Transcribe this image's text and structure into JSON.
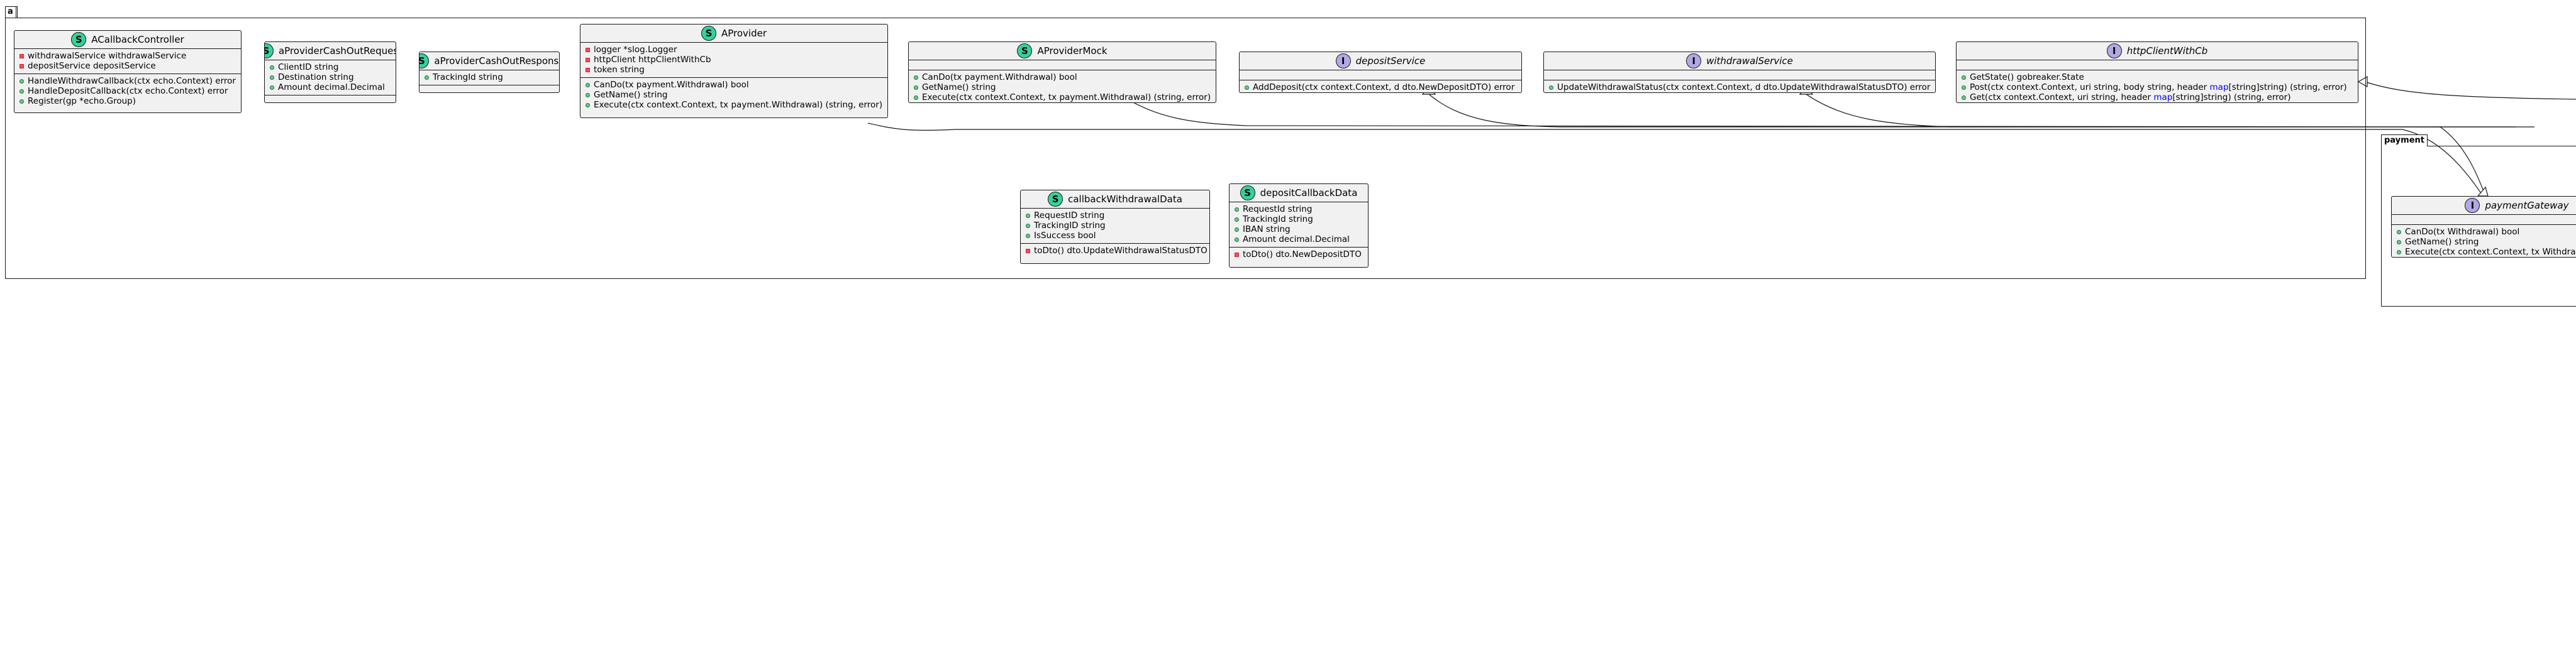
{
  "packages": {
    "a": "a",
    "payment": "payment"
  },
  "classes": {
    "acallbackcontroller": {
      "stereo": "S",
      "name": "ACallbackController",
      "fields": [
        {
          "vis": "priv",
          "text": "withdrawalService withdrawalService"
        },
        {
          "vis": "priv",
          "text": "depositService depositService"
        }
      ],
      "methods": [
        {
          "vis": "pub",
          "text": "HandleWithdrawCallback(ctx echo.Context) error"
        },
        {
          "vis": "pub",
          "text": "HandleDepositCallback(ctx echo.Context) error"
        },
        {
          "vis": "pub",
          "text": "Register(gp *echo.Group)"
        }
      ]
    },
    "aprovidercashoutrequest": {
      "stereo": "S",
      "name": "aProviderCashOutRequest",
      "fields": [
        {
          "vis": "pub",
          "text": "ClientID string"
        },
        {
          "vis": "pub",
          "text": "Destination string"
        },
        {
          "vis": "pub",
          "text": "Amount decimal.Decimal"
        }
      ],
      "methods": []
    },
    "aprovidercashoutresponse": {
      "stereo": "S",
      "name": "aProviderCashOutResponse",
      "fields": [
        {
          "vis": "pub",
          "text": "TrackingId string"
        }
      ],
      "methods": []
    },
    "aprovider": {
      "stereo": "S",
      "name": "AProvider",
      "fields": [
        {
          "vis": "priv",
          "text": "logger *slog.Logger"
        },
        {
          "vis": "priv",
          "text": "httpClient httpClientWithCb"
        },
        {
          "vis": "priv",
          "text": "token string"
        }
      ],
      "methods": [
        {
          "vis": "pub",
          "text": "CanDo(tx payment.Withdrawal) bool"
        },
        {
          "vis": "pub",
          "text": "GetName() string"
        },
        {
          "vis": "pub",
          "text": "Execute(ctx context.Context, tx payment.Withdrawal) (string, error)"
        }
      ]
    },
    "aprovidermock": {
      "stereo": "S",
      "name": "AProviderMock",
      "fields": [],
      "methods": [
        {
          "vis": "pub",
          "text": "CanDo(tx payment.Withdrawal) bool"
        },
        {
          "vis": "pub",
          "text": "GetName() string"
        },
        {
          "vis": "pub",
          "text": "Execute(ctx context.Context, tx payment.Withdrawal) (string, error)"
        }
      ]
    },
    "depositservice": {
      "stereo": "I",
      "name": "depositService",
      "fields": [],
      "methods": [
        {
          "vis": "pub",
          "text": "AddDeposit(ctx context.Context, d dto.NewDepositDTO) error"
        }
      ]
    },
    "withdrawalservice": {
      "stereo": "I",
      "name": "withdrawalService",
      "fields": [],
      "methods": [
        {
          "vis": "pub",
          "text": "UpdateWithdrawalStatus(ctx context.Context, d dto.UpdateWithdrawalStatusDTO) error"
        }
      ]
    },
    "httpclientwithcb": {
      "stereo": "I",
      "name": "httpClientWithCb",
      "fields": [],
      "methods": [
        {
          "vis": "pub",
          "text": "GetState() gobreaker.State"
        },
        {
          "vis": "pub",
          "pre": "Post(ctx context.Context, uri string, body string, header ",
          "kw": "map",
          "post": "[string]string) (string, error)"
        },
        {
          "vis": "pub",
          "pre": "Get(ctx context.Context, uri string, header ",
          "kw": "map",
          "post": "[string]string) (string, error)"
        }
      ]
    },
    "callbackwithdrawaldata": {
      "stereo": "S",
      "name": "callbackWithdrawalData",
      "fields": [
        {
          "vis": "pub",
          "text": "RequestID string"
        },
        {
          "vis": "pub",
          "text": "TrackingID string"
        },
        {
          "vis": "pub",
          "text": "IsSuccess bool"
        }
      ],
      "methods": [
        {
          "vis": "priv",
          "text": "toDto() dto.UpdateWithdrawalStatusDTO"
        }
      ]
    },
    "depositcallbackdata": {
      "stereo": "S",
      "name": "depositCallbackData",
      "fields": [
        {
          "vis": "pub",
          "text": "RequestId string"
        },
        {
          "vis": "pub",
          "text": "TrackingId string"
        },
        {
          "vis": "pub",
          "text": "IBAN string"
        },
        {
          "vis": "pub",
          "text": "Amount decimal.Decimal"
        }
      ],
      "methods": [
        {
          "vis": "priv",
          "text": "toDto() dto.NewDepositDTO"
        }
      ]
    },
    "paymentgateway": {
      "stereo": "I",
      "name": "paymentGateway",
      "fields": [],
      "methods": [
        {
          "vis": "pub",
          "text": "CanDo(tx Withdrawal) bool"
        },
        {
          "vis": "pub",
          "text": "GetName() string"
        },
        {
          "vis": "pub",
          "text": "Execute(ctx context.Context, tx Withdrawal) (string, error)"
        }
      ]
    }
  },
  "colors": {
    "line": "#181818",
    "box_fill": "#f1f1f1",
    "struct_badge": "#34d399",
    "interface_badge": "#b4a7e5",
    "keyword": "#0000ff"
  }
}
